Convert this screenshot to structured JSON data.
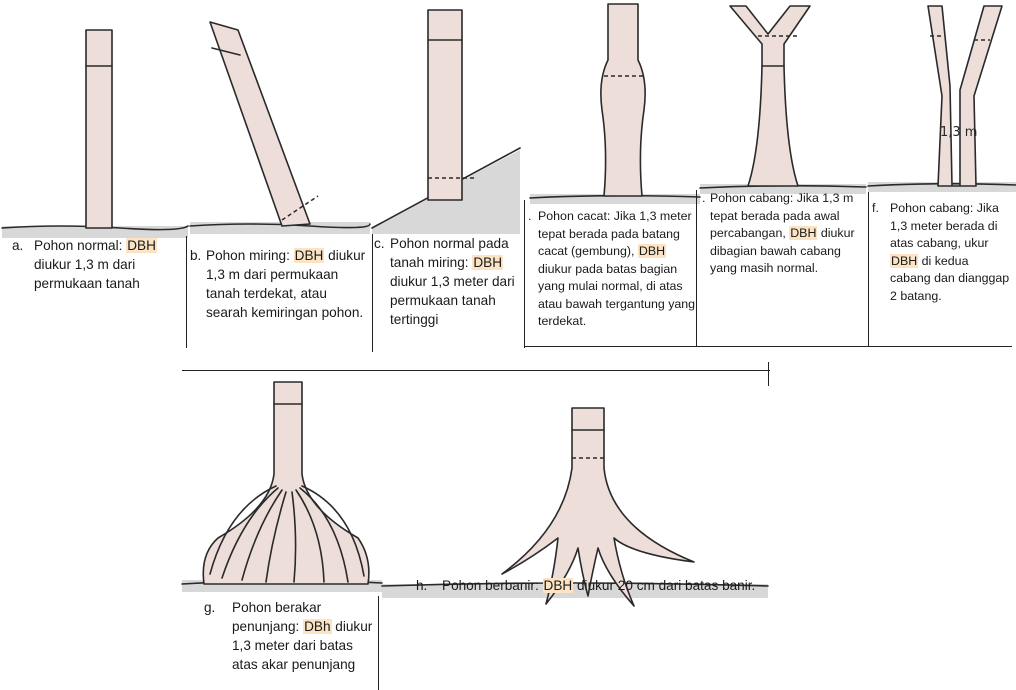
{
  "panels": {
    "a": {
      "letter": "a.",
      "pre": "Pohon normal: ",
      "hl": "DBH",
      "post": " diukur 1,3 m dari permukaan tanah"
    },
    "b": {
      "letter": "b.",
      "pre": "Pohon miring: ",
      "hl": "DBH",
      "post": " diukur 1,3 m dari permukaan tanah terdekat, atau searah kemiringan pohon."
    },
    "c": {
      "letter": "c.",
      "pre": "Pohon normal pada tanah miring: ",
      "hl": "DBH",
      "post": " diukur 1,3 meter dari permukaan tanah tertinggi"
    },
    "d": {
      "letter": ".",
      "pre": "Pohon cacat: Jika 1,3 meter tepat berada pada batang cacat (gembung), ",
      "hl": "DBH",
      "post": " diukur pada batas bagian yang mulai normal, di atas atau bawah tergantung yang terdekat."
    },
    "e": {
      "letter": ".",
      "pre": "Pohon cabang: Jika 1,3 m tepat berada pada awal percabangan, ",
      "hl": "DBH",
      "post": " diukur dibagian bawah cabang yang masih normal."
    },
    "f": {
      "letter": "f.",
      "pre": "Pohon cabang: Jika 1,3 meter berada di atas cabang, ukur ",
      "hl": "DBH",
      "post": " di kedua cabang dan dianggap 2 batang.",
      "trunk_label": "1,3 m"
    },
    "g": {
      "letter": "g.",
      "pre": "Pohon berakar penunjang: ",
      "hl": "DBh",
      "post": " diukur 1,3 meter dari batas atas akar penunjang"
    },
    "h": {
      "letter": "h.",
      "pre": "Pohon berbanir: ",
      "hl": "DBH",
      "post": " diukur 20 cm dari batas banir."
    }
  },
  "colors": {
    "highlight": "#fbe3c4",
    "trunk": "#eeded9",
    "ink": "#2a2a2a",
    "ground": "#d8d8d8"
  }
}
